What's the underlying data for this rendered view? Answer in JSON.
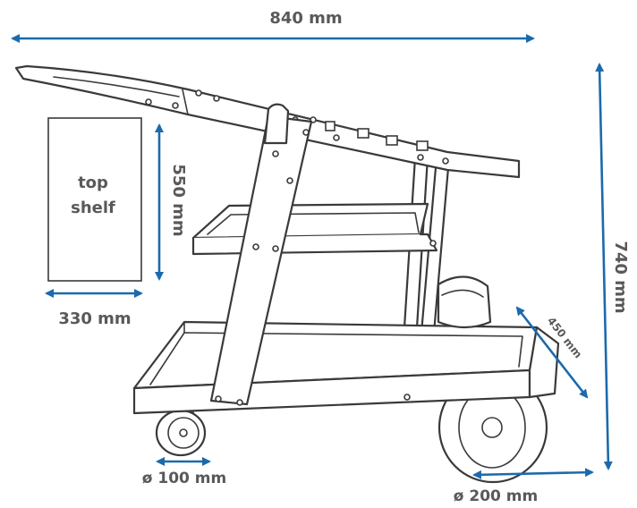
{
  "colors": {
    "dimension": "#1c6aad",
    "outline": "#3a3a3c",
    "label": "#58595b"
  },
  "dimensions": {
    "width": "840 mm",
    "height": "740 mm",
    "depth": "450 mm",
    "shelf_height": "550 mm",
    "shelf_width": "330 mm",
    "small_wheel": "ø 100 mm",
    "large_wheel": "ø 200 mm"
  },
  "shelf_label": {
    "line1": "top",
    "line2": "shelf"
  }
}
